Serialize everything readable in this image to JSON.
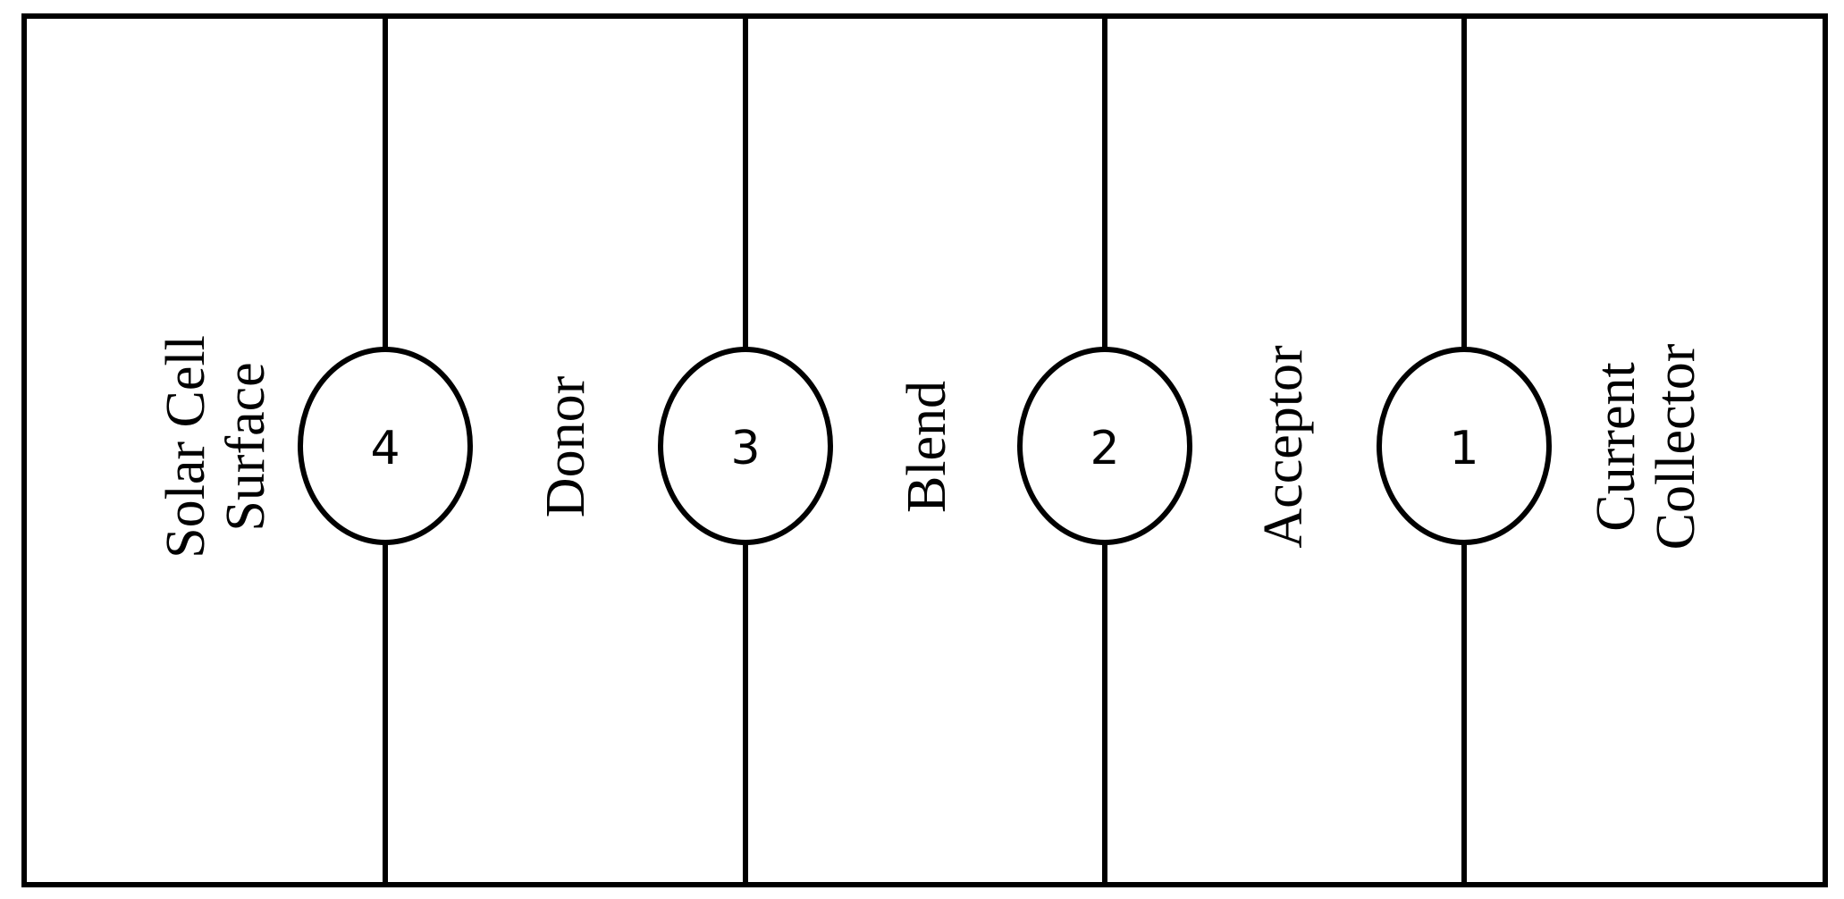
{
  "diagram": {
    "regions": [
      {
        "label_lines": [
          "Solar Cell",
          "Surface"
        ]
      },
      {
        "label_lines": [
          "Donor"
        ]
      },
      {
        "label_lines": [
          "Blend"
        ]
      },
      {
        "label_lines": [
          "Acceptor"
        ]
      },
      {
        "label_lines": [
          "Current",
          "Collector"
        ]
      }
    ],
    "interfaces": [
      {
        "number": "4"
      },
      {
        "number": "3"
      },
      {
        "number": "2"
      },
      {
        "number": "1"
      }
    ],
    "colors": {
      "line": "#000000",
      "background": "#ffffff"
    }
  }
}
